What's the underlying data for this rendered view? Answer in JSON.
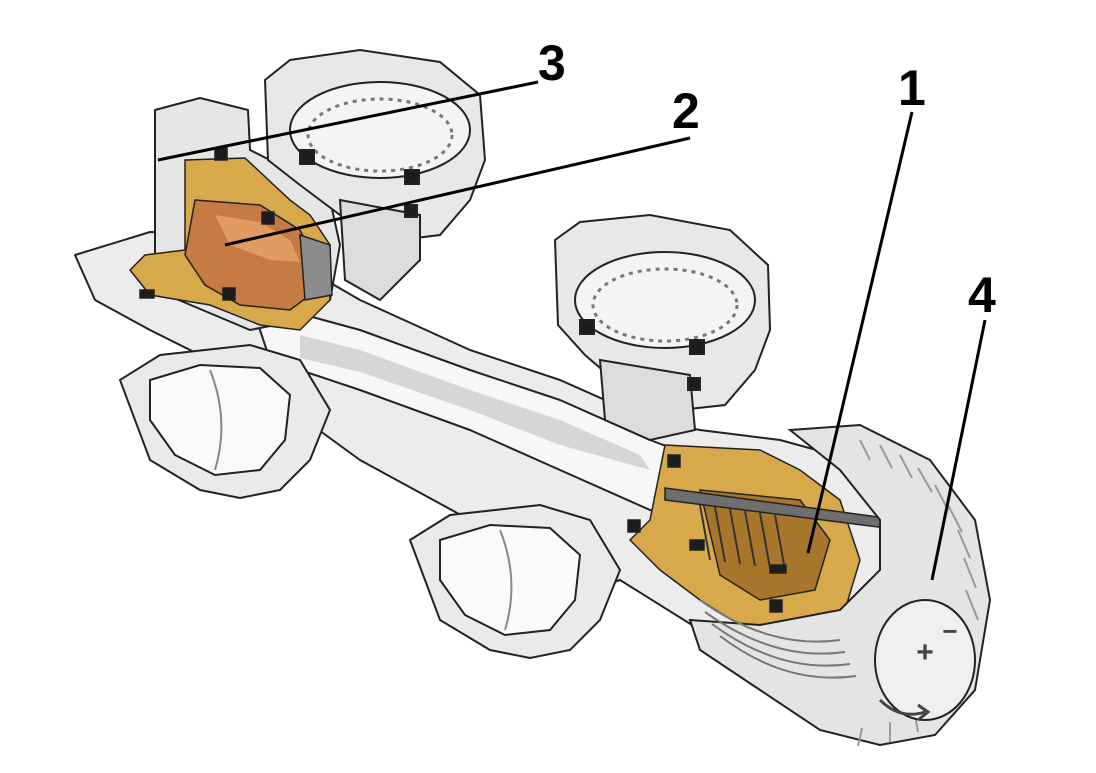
{
  "callouts": [
    {
      "id": "1",
      "label": "1"
    },
    {
      "id": "2",
      "label": "2"
    },
    {
      "id": "3",
      "label": "3"
    },
    {
      "id": "4",
      "label": "4"
    }
  ],
  "dial": {
    "plus_symbol": "+",
    "minus_symbol": "−"
  },
  "colors": {
    "body": "#ececec",
    "body_shade": "#d6d6d6",
    "outline": "#222222",
    "brass": "#d8a94a",
    "brass_dark": "#a8762a",
    "copper": "#c67a44",
    "seal": "#1c1c1c"
  }
}
